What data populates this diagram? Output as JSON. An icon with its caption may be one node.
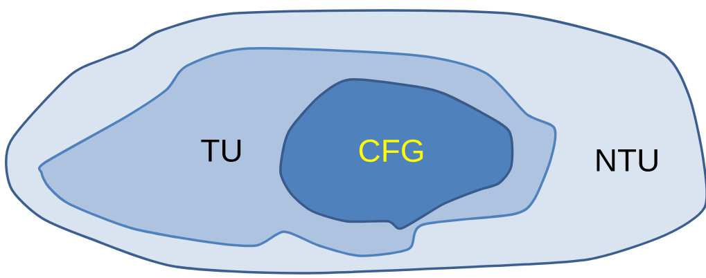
{
  "diagram": {
    "nodes": [
      {
        "text": [
          "NTU"
        ]
      },
      {
        "text": [
          "TU"
        ],
        "in": 0
      },
      {
        "text": [
          "CFG"
        ],
        "in": 1
      }
    ]
  }
}
